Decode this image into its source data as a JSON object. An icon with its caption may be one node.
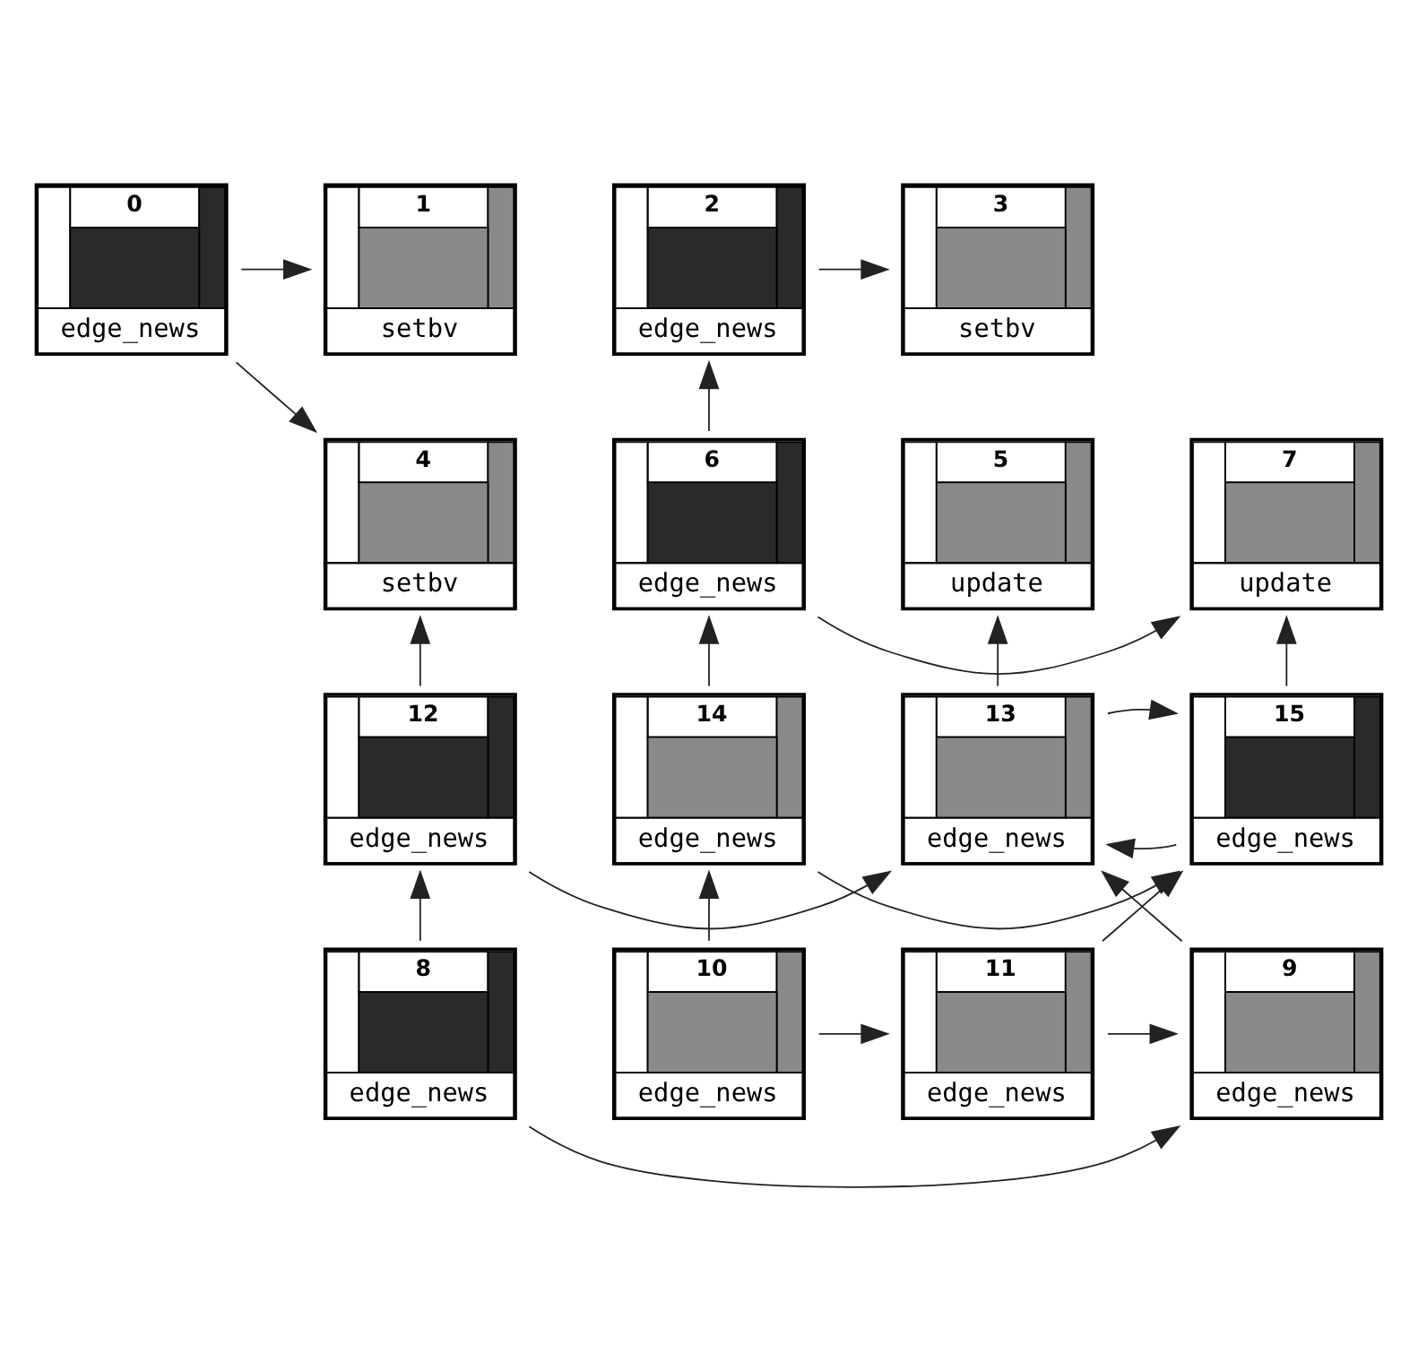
{
  "diagram": {
    "nodes": [
      {
        "text": [
          "0",
          "edge_news"
        ]
      },
      {
        "text": [
          "1",
          "setbv"
        ]
      },
      {
        "text": [
          "3",
          "setbv"
        ]
      },
      {
        "text": [
          "2",
          "edge_news"
        ]
      },
      {
        "text": [
          "4",
          "setbv"
        ]
      },
      {
        "text": [
          "5",
          "update"
        ]
      },
      {
        "text": [
          "7",
          "update"
        ]
      },
      {
        "text": [
          "6",
          "edge_news"
        ]
      },
      {
        "text": [
          "12",
          "edge_news"
        ]
      },
      {
        "text": [
          "13",
          "edge_news"
        ]
      },
      {
        "text": [
          "15",
          "edge_news"
        ]
      },
      {
        "text": [
          "14",
          "edge_news"
        ]
      },
      {
        "text": [
          "8",
          "edge_news"
        ]
      },
      {
        "text": [
          "9",
          "edge_news"
        ]
      },
      {
        "text": [
          "11",
          "edge_news"
        ]
      },
      {
        "text": [
          "10",
          "edge_news"
        ]
      }
    ],
    "edges": [
      {
        "from": 0,
        "to": 1,
        "arrow": "to"
      },
      {
        "from": 3,
        "to": 2,
        "arrow": "to"
      },
      {
        "from": 0,
        "to": 4,
        "arrow": "to"
      },
      {
        "from": 7,
        "to": 3,
        "arrow": "to"
      },
      {
        "from": 7,
        "to": 6,
        "arrow": "to"
      },
      {
        "from": 8,
        "to": 4,
        "arrow": "to"
      },
      {
        "from": 9,
        "to": 5,
        "arrow": "to"
      },
      {
        "from": 10,
        "to": 6,
        "arrow": "to"
      },
      {
        "from": 11,
        "to": 7,
        "arrow": "to"
      },
      {
        "from": 8,
        "to": 9,
        "arrow": "to"
      },
      {
        "from": 9,
        "to": 10,
        "arrow": "to"
      },
      {
        "from": 10,
        "to": 9,
        "arrow": "to"
      },
      {
        "from": 11,
        "to": 10,
        "arrow": "to"
      },
      {
        "from": 12,
        "to": 8,
        "arrow": "to"
      },
      {
        "from": 13,
        "to": 9,
        "arrow": "to"
      },
      {
        "from": 14,
        "to": 10,
        "arrow": "to"
      },
      {
        "from": 15,
        "to": 11,
        "arrow": "to"
      },
      {
        "from": 12,
        "to": 13,
        "arrow": "to"
      },
      {
        "from": 14,
        "to": 13,
        "arrow": "to"
      },
      {
        "from": 15,
        "to": 14,
        "arrow": "to"
      }
    ]
  }
}
